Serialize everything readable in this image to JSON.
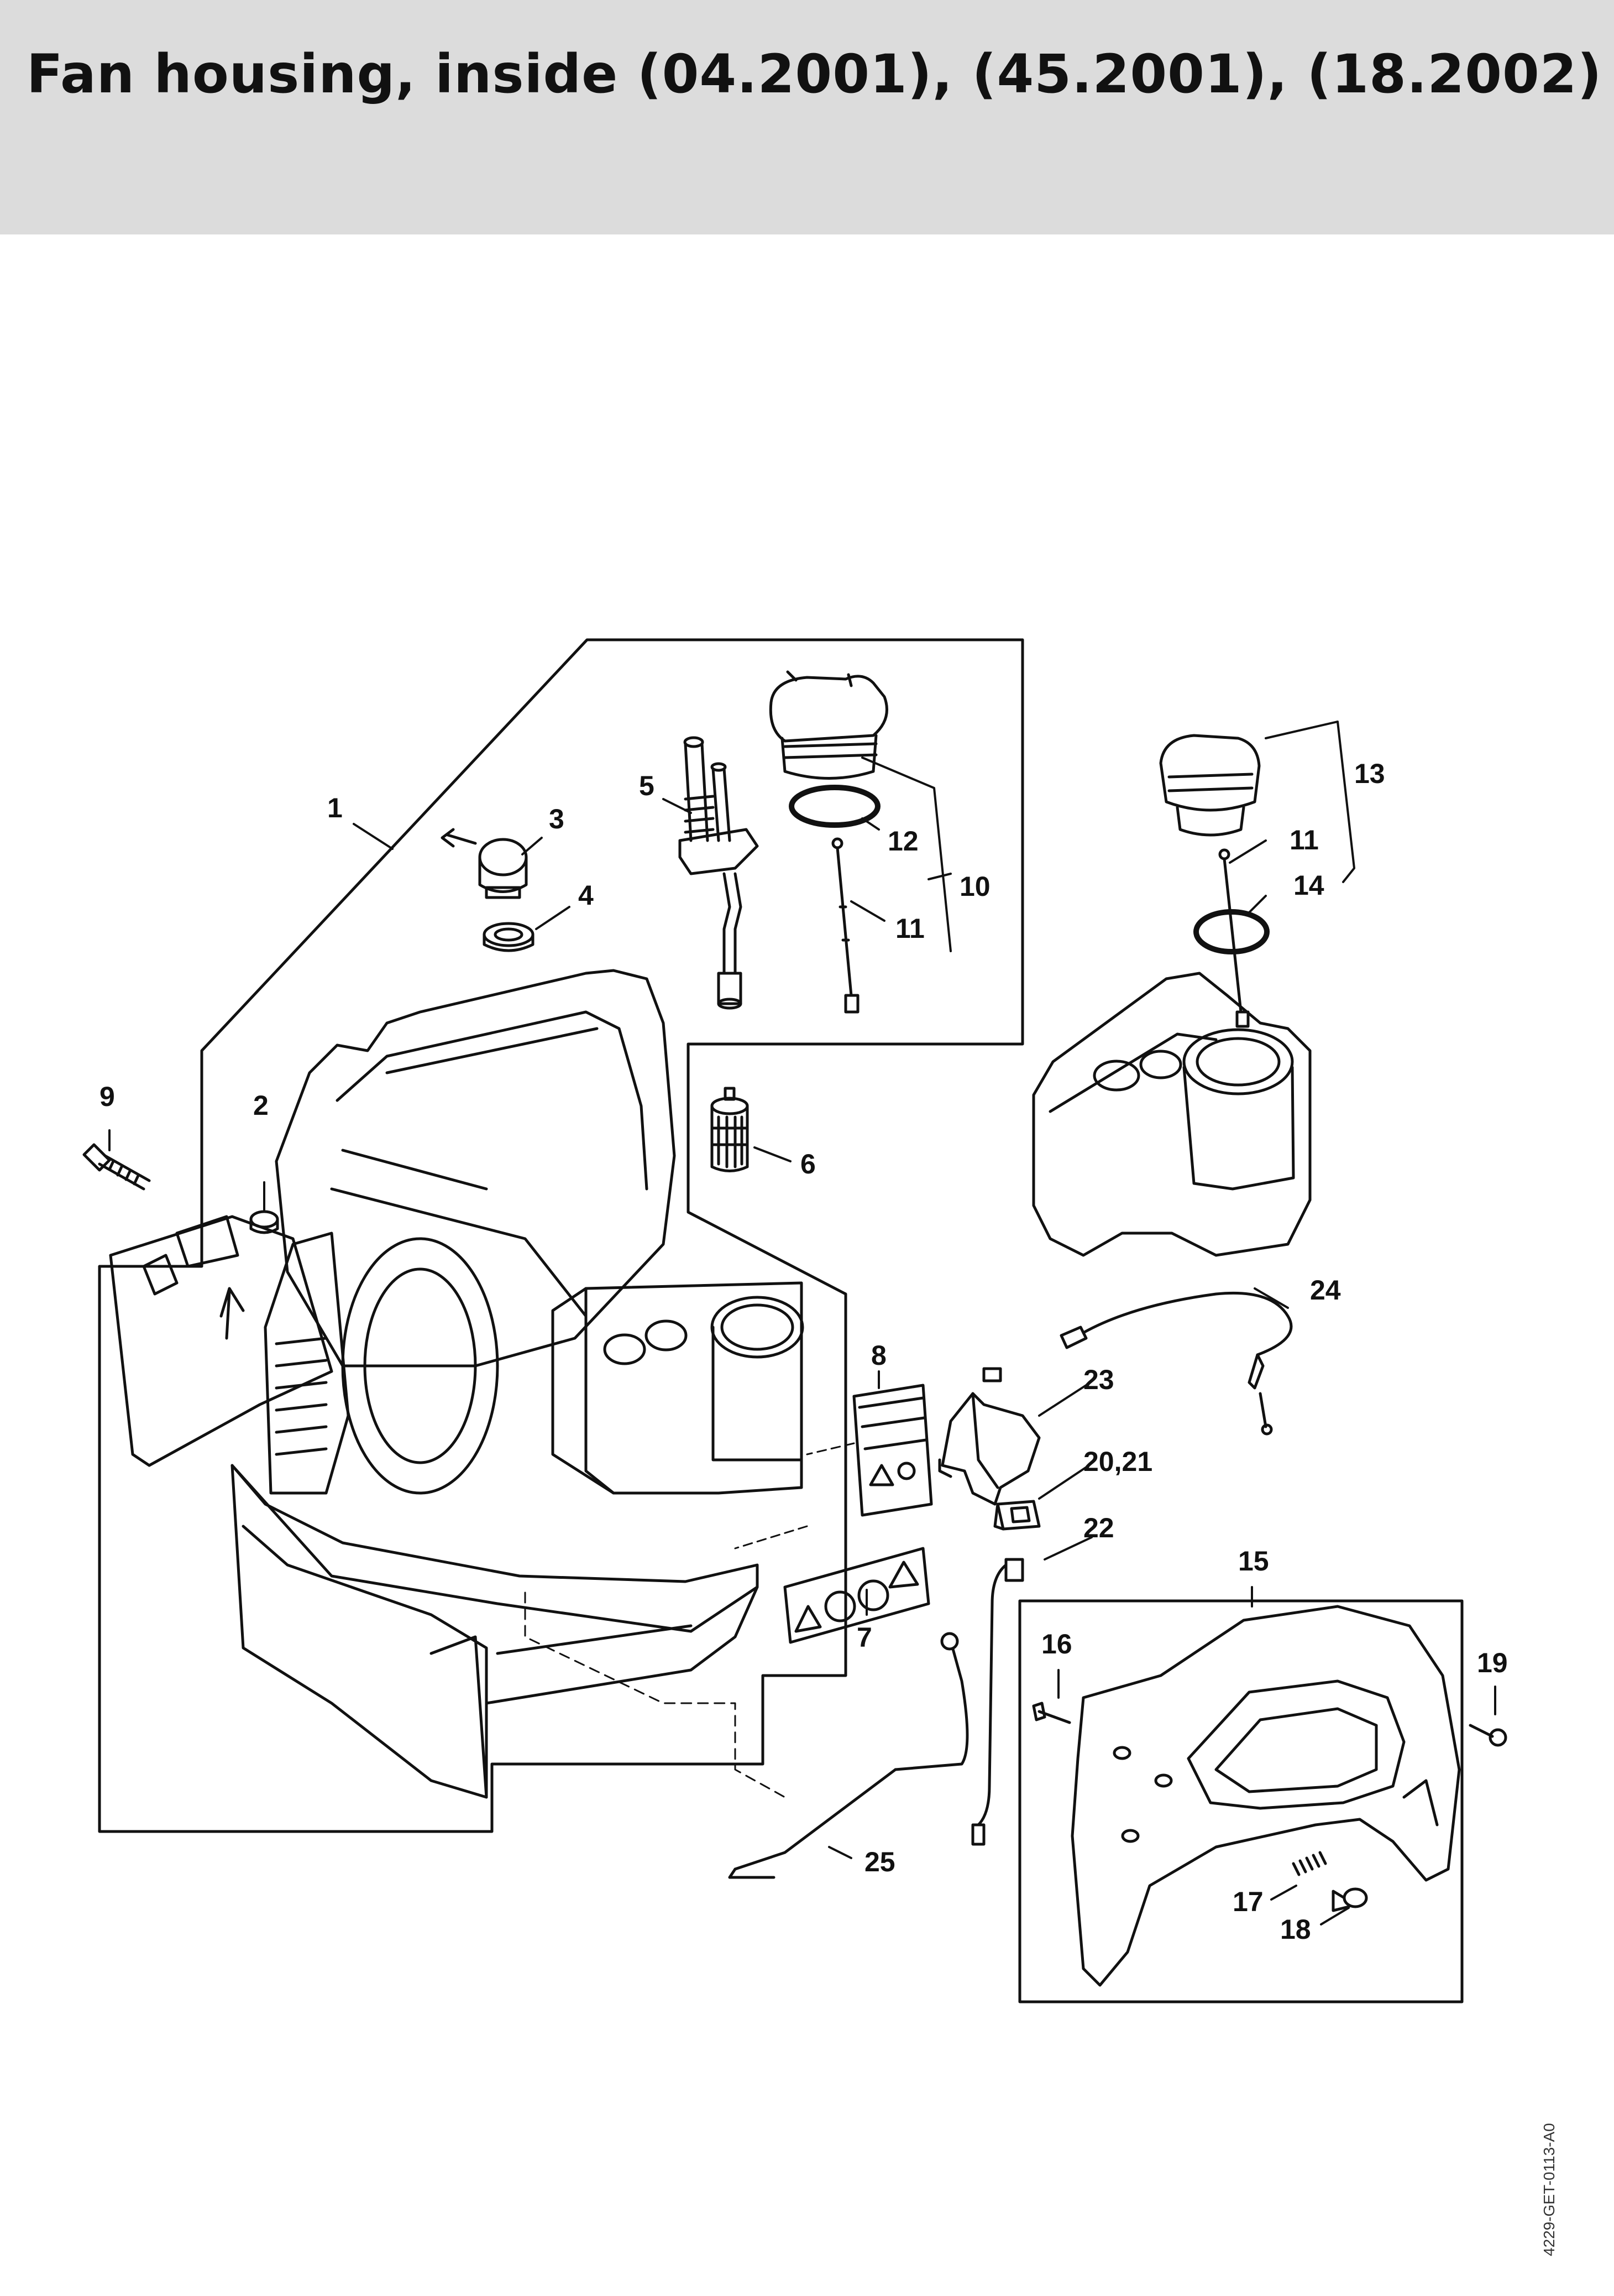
{
  "header": {
    "title": "Fan housing, inside (04.2001), (45.2001), (18.2002)"
  },
  "diagram": {
    "callouts": [
      {
        "id": "c1",
        "label": "1"
      },
      {
        "id": "c2",
        "label": "2"
      },
      {
        "id": "c3",
        "label": "3"
      },
      {
        "id": "c4",
        "label": "4"
      },
      {
        "id": "c5",
        "label": "5"
      },
      {
        "id": "c6",
        "label": "6"
      },
      {
        "id": "c7",
        "label": "7"
      },
      {
        "id": "c8",
        "label": "8"
      },
      {
        "id": "c9",
        "label": "9"
      },
      {
        "id": "c10",
        "label": "10"
      },
      {
        "id": "c11a",
        "label": "11"
      },
      {
        "id": "c11b",
        "label": "11"
      },
      {
        "id": "c12",
        "label": "12"
      },
      {
        "id": "c13",
        "label": "13"
      },
      {
        "id": "c14",
        "label": "14"
      },
      {
        "id": "c15",
        "label": "15"
      },
      {
        "id": "c16",
        "label": "16"
      },
      {
        "id": "c17",
        "label": "17"
      },
      {
        "id": "c18",
        "label": "18"
      },
      {
        "id": "c19",
        "label": "19"
      },
      {
        "id": "c20_21",
        "label": "20,21"
      },
      {
        "id": "c22",
        "label": "22"
      },
      {
        "id": "c23",
        "label": "23"
      },
      {
        "id": "c24",
        "label": "24"
      },
      {
        "id": "c25",
        "label": "25"
      }
    ],
    "document_id": "4229-GET-0113-A0"
  }
}
